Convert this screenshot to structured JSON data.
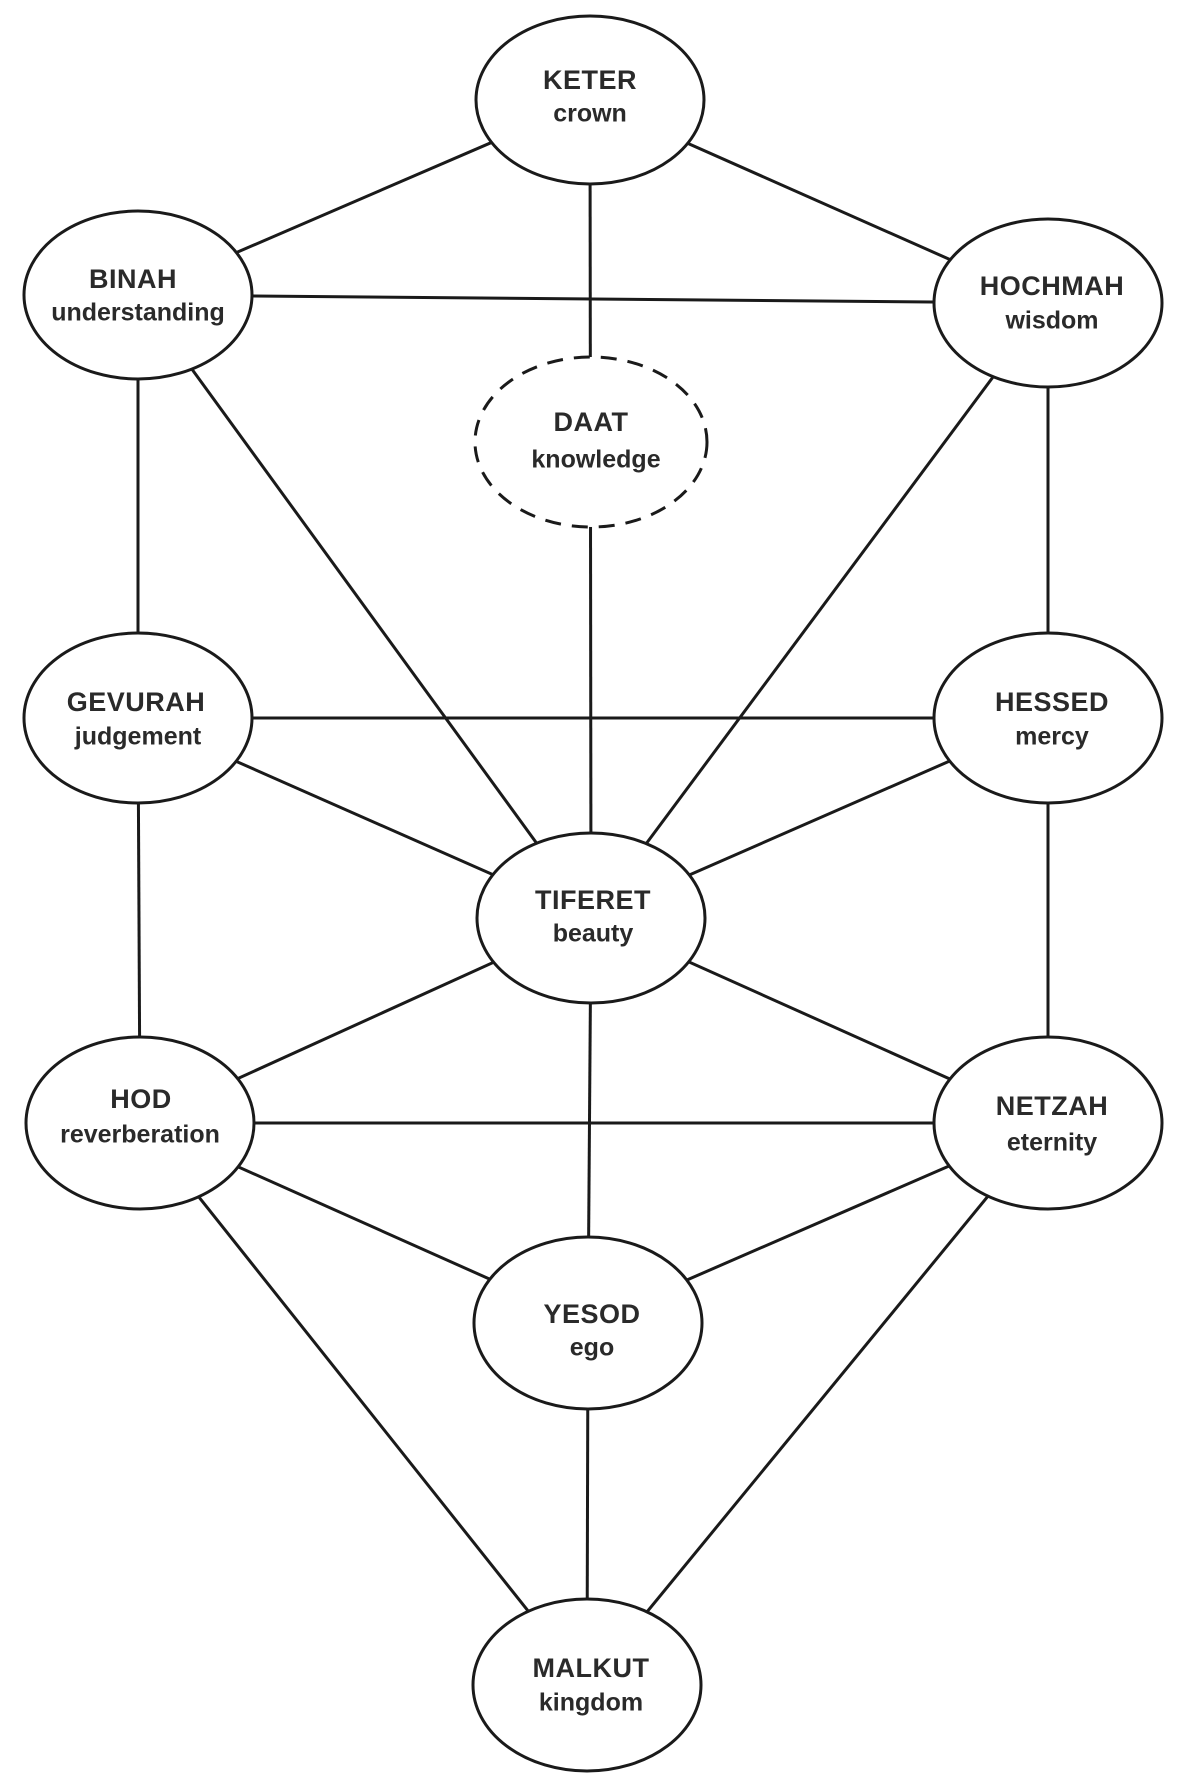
{
  "nodes": {
    "keter": {
      "title": "KETER",
      "subtitle": "crown"
    },
    "binah": {
      "title": "BINAH",
      "subtitle": "understanding"
    },
    "hochmah": {
      "title": "HOCHMAH",
      "subtitle": "wisdom"
    },
    "daat": {
      "title": "DAAT",
      "subtitle": "knowledge"
    },
    "gevurah": {
      "title": "GEVURAH",
      "subtitle": "judgement"
    },
    "hessed": {
      "title": "HESSED",
      "subtitle": "mercy"
    },
    "tiferet": {
      "title": "TIFERET",
      "subtitle": "beauty"
    },
    "hod": {
      "title": "HOD",
      "subtitle": "reverberation"
    },
    "netzah": {
      "title": "NETZAH",
      "subtitle": "eternity"
    },
    "yesod": {
      "title": "YESOD",
      "subtitle": "ego"
    },
    "malkut": {
      "title": "MALKUT",
      "subtitle": "kingdom"
    }
  },
  "edges": [
    [
      "keter",
      "binah"
    ],
    [
      "keter",
      "hochmah"
    ],
    [
      "keter",
      "tiferet"
    ],
    [
      "binah",
      "hochmah"
    ],
    [
      "binah",
      "gevurah"
    ],
    [
      "binah",
      "tiferet"
    ],
    [
      "hochmah",
      "hessed"
    ],
    [
      "hochmah",
      "tiferet"
    ],
    [
      "gevurah",
      "hessed"
    ],
    [
      "gevurah",
      "tiferet"
    ],
    [
      "gevurah",
      "hod"
    ],
    [
      "hessed",
      "tiferet"
    ],
    [
      "hessed",
      "netzah"
    ],
    [
      "tiferet",
      "hod"
    ],
    [
      "tiferet",
      "netzah"
    ],
    [
      "tiferet",
      "yesod"
    ],
    [
      "hod",
      "netzah"
    ],
    [
      "hod",
      "yesod"
    ],
    [
      "hod",
      "malkut"
    ],
    [
      "netzah",
      "yesod"
    ],
    [
      "netzah",
      "malkut"
    ],
    [
      "yesod",
      "malkut"
    ]
  ]
}
